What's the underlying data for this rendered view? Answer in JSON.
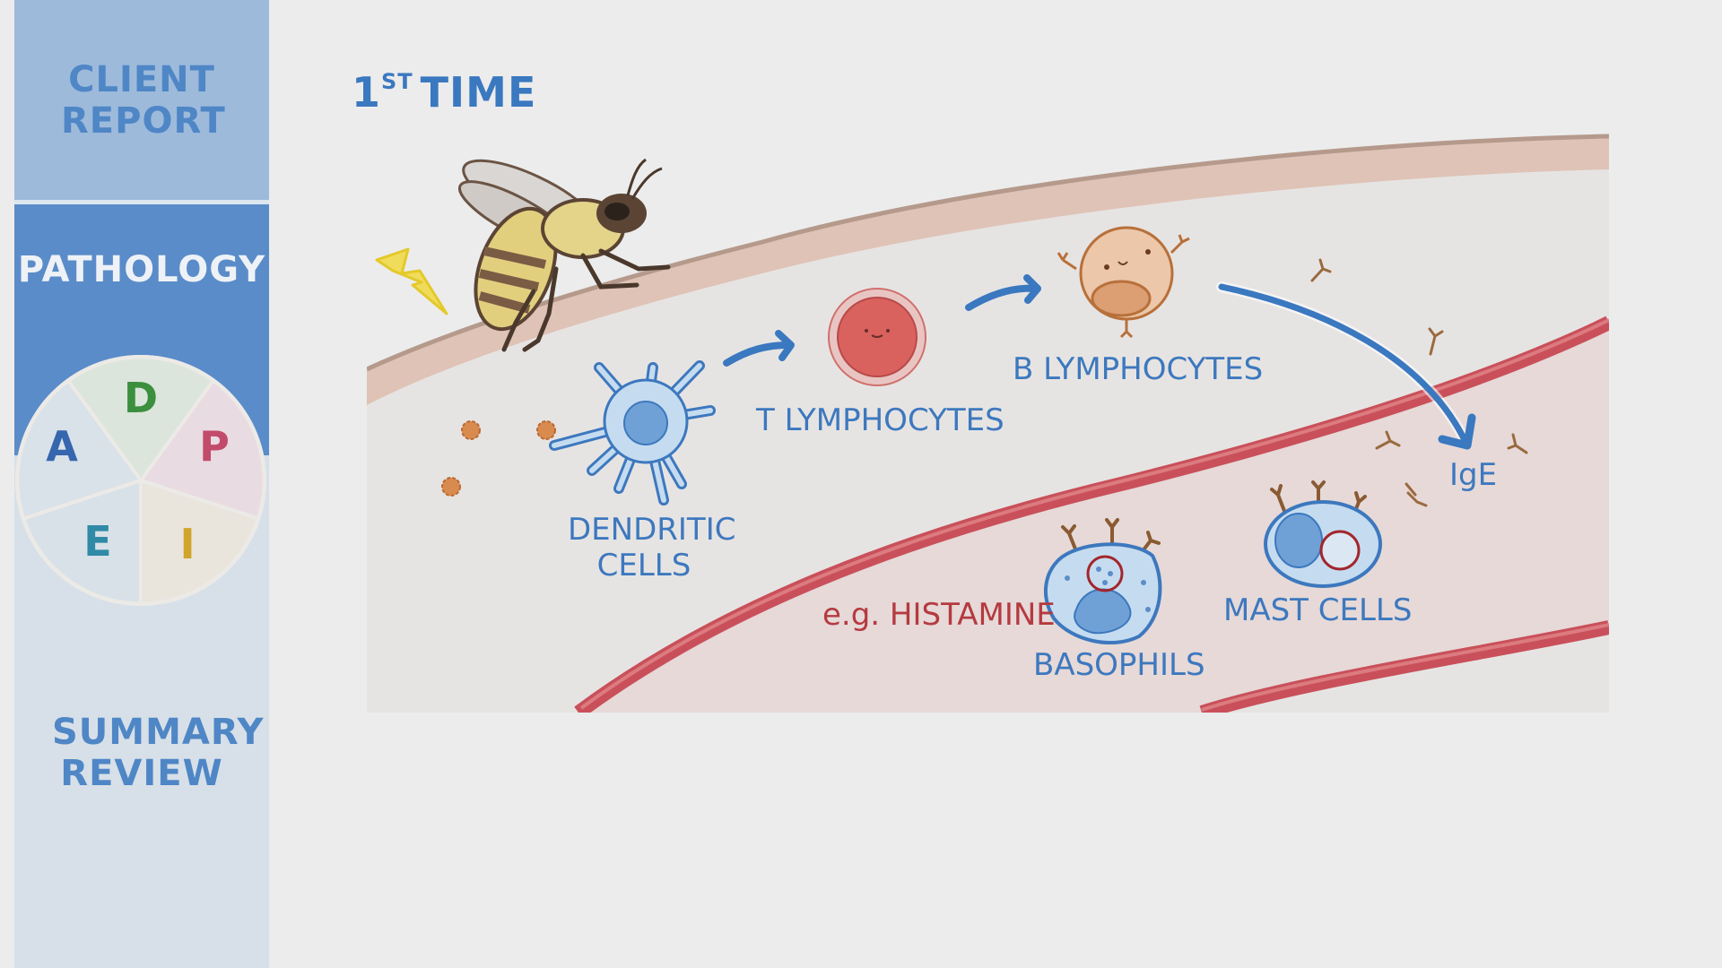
{
  "sidebar": {
    "client_report": "CLIENT REPORT",
    "pathology": "PATHOLOGY",
    "summary_review": "SUMMARY REVIEW",
    "pie_segments": [
      {
        "letter": "D",
        "color": "#3b8f3e",
        "fill": "#dbe5dc"
      },
      {
        "letter": "P",
        "color": "#c24a6a",
        "fill": "#e8dbe1"
      },
      {
        "letter": "I",
        "color": "#d1a52c",
        "fill": "#e9e4dc"
      },
      {
        "letter": "E",
        "color": "#2f8aa6",
        "fill": "#d8e1e8"
      },
      {
        "letter": "A",
        "color": "#3566ae",
        "fill": "#d9e1e9"
      }
    ]
  },
  "main": {
    "title_number": "1",
    "title_suffix": "ST",
    "title_text": "TIME",
    "labels": {
      "dendritic_line1": "DENDRITIC",
      "dendritic_line2": "CELLS",
      "t_lymphocytes": "T LYMPHOCYTES",
      "b_lymphocytes": "B LYMPHOCYTES",
      "ige": "IgE",
      "histamine": "e.g. HISTAMINE",
      "basophils": "BASOPHILS",
      "mast_cells": "MAST CELLS"
    }
  },
  "colors": {
    "accent_blue": "#3a78c0",
    "sidebar_active": "#5a8cc9",
    "sidebar_light": "#9dbadb",
    "vessel_red": "#c9505a",
    "skin": "#dfc3b6"
  }
}
